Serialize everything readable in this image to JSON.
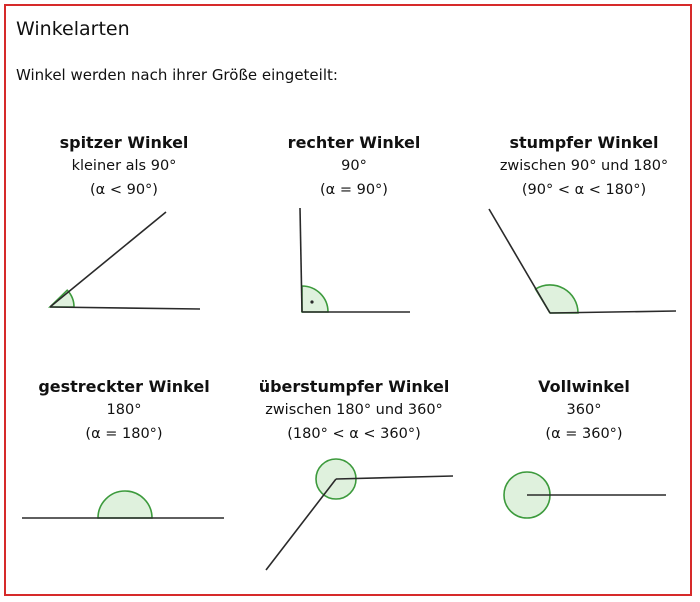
{
  "title": "Winkelarten",
  "intro": "Winkel werden nach ihrer Größe eingeteilt:",
  "colors": {
    "border": "#d62a2a",
    "arc_stroke": "#3c9a3c",
    "arc_fill": "#dff1dd",
    "line": "#2a2a2a"
  },
  "angles": [
    {
      "name": "spitzer Winkel",
      "range": "kleiner als 90°",
      "formula": "(α < 90°)"
    },
    {
      "name": "rechter Winkel",
      "range": "90°",
      "formula": "(α = 90°)"
    },
    {
      "name": "stumpfer Winkel",
      "range": "zwischen 90° und 180°",
      "formula": "(90° < α < 180°)"
    },
    {
      "name": "gestreckter Winkel",
      "range": "180°",
      "formula": "(α = 180°)"
    },
    {
      "name": "überstumpfer Winkel",
      "range": "zwischen 180° und 360°",
      "formula": "(180° < α < 360°)"
    },
    {
      "name": "Vollwinkel",
      "range": "360°",
      "formula": "(α = 360°)"
    }
  ]
}
